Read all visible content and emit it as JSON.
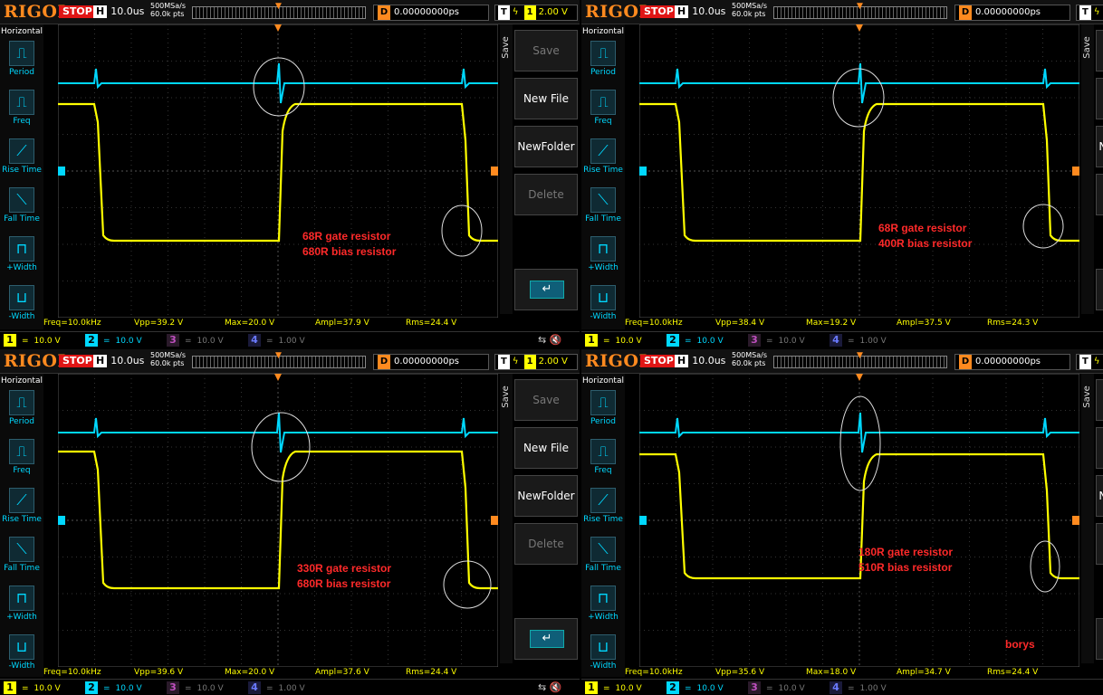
{
  "colors": {
    "ch1": "#ffff00",
    "ch2": "#00d8ff",
    "brand": "#ff8a1f",
    "stop": "#e01515",
    "annotation": "#ff2a2a"
  },
  "common": {
    "logo": "RIGOL",
    "status": "STOP",
    "h_label": "H",
    "timebase": "10.0us",
    "srate_line1": "500MSa/s",
    "srate_line2": "60.0k pts",
    "delay_label": "D",
    "delay_value": "0.00000000ps",
    "trig_label": "T",
    "trig_level": "2.00 V",
    "trig_ch": "1",
    "left_menu_title": "Horizontal",
    "left_items": [
      "Period",
      "Freq",
      "Rise Time",
      "Fall Time",
      "+Width",
      "-Width"
    ],
    "right_tab": "Save",
    "right_buttons": [
      "Save",
      "New File",
      "NewFolder",
      "Delete"
    ],
    "ch1": {
      "num": "1",
      "coupling": "=",
      "scale": "10.0 V"
    },
    "ch2": {
      "num": "2",
      "coupling": "=",
      "scale": "10.0 V"
    },
    "ch3": {
      "num": "3",
      "coupling": "=",
      "scale": "10.0 V"
    },
    "ch4": {
      "num": "4",
      "coupling": "=",
      "scale": "1.00 V"
    }
  },
  "panels": [
    {
      "meas": [
        "Freq=10.0kHz",
        "Vpp=39.2 V",
        "Max=20.0 V",
        "Ampl=37.9 V",
        "Rms=24.4 V"
      ],
      "note": [
        "68R gate resistor",
        "680R bias resistor"
      ],
      "signature": ""
    },
    {
      "meas": [
        "Freq=10.0kHz",
        "Vpp=38.4 V",
        "Max=19.2 V",
        "Ampl=37.5 V",
        "Rms=24.3 V"
      ],
      "note": [
        "68R gate resistor",
        "400R bias resistor"
      ],
      "signature": ""
    },
    {
      "meas": [
        "Freq=10.0kHz",
        "Vpp=39.6 V",
        "Max=20.0 V",
        "Ampl=37.6 V",
        "Rms=24.4 V"
      ],
      "note": [
        "330R gate resistor",
        "680R bias resistor"
      ],
      "signature": ""
    },
    {
      "meas": [
        "Freq=10.0kHz",
        "Vpp=35.6 V",
        "Max=18.0 V",
        "Ampl=34.7 V",
        "Rms=24.4 V"
      ],
      "note": [
        "180R gate resistor",
        "510R bias resistor"
      ],
      "signature": "borys"
    }
  ]
}
